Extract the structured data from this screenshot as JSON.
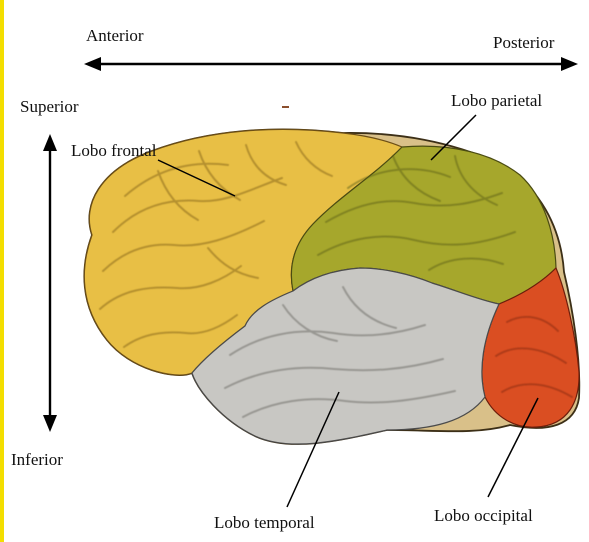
{
  "colors": {
    "frontal_lobe": "#e8bf45",
    "parietal_lobe": "#a6a72c",
    "temporal_lobe": "#c8c7c3",
    "occipital_lobe": "#da4e22",
    "arrow": "#000000",
    "text": "#111111",
    "left_edge_strip": "#f3de00"
  },
  "orientation": {
    "anterior": "Anterior",
    "posterior": "Posterior",
    "superior": "Superior",
    "inferior": "Inferior"
  },
  "lobes": {
    "frontal": "Lobo frontal",
    "parietal": "Lobo parietal",
    "temporal": "Lobo temporal",
    "occipital": "Lobo occipital"
  }
}
